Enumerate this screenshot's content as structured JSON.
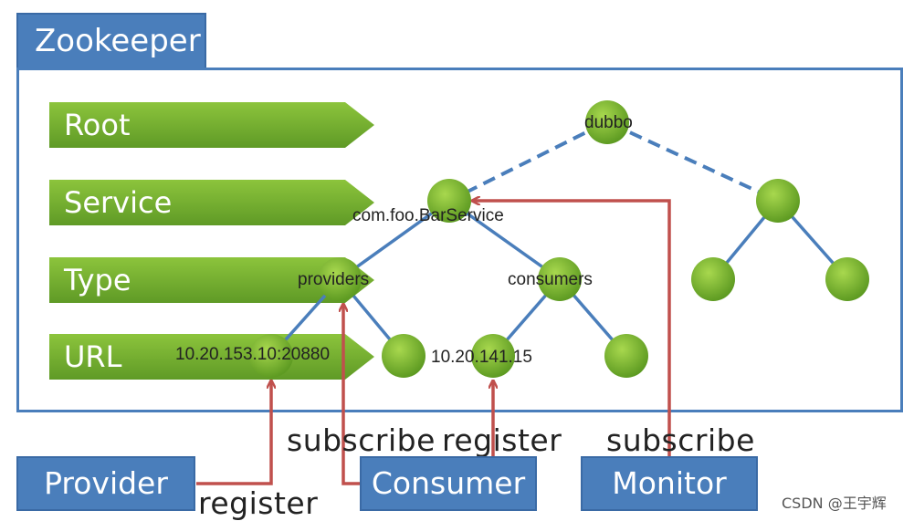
{
  "zookeeper": {
    "title": "Zookeeper"
  },
  "levels": {
    "root": "Root",
    "service": "Service",
    "type": "Type",
    "url": "URL"
  },
  "nodes": {
    "dubbo": "dubbo",
    "service": "com.foo.BarService",
    "providers": "providers",
    "consumers": "consumers",
    "provider_url": "10.20.153.10:20880",
    "consumer_url": "10.20.141.15"
  },
  "edges": {
    "provider_register": "register",
    "consumer_subscribe": "subscribe",
    "consumer_register": "register",
    "monitor_subscribe": "subscribe"
  },
  "actors": {
    "provider": "Provider",
    "consumer": "Consumer",
    "monitor": "Monitor"
  },
  "watermark": "CSDN @王宇辉",
  "colors": {
    "blue": "#4a7ebb",
    "green": "#6aaa2a",
    "red_arrow": "#c0504d",
    "tree_line": "#4a7ebb"
  }
}
